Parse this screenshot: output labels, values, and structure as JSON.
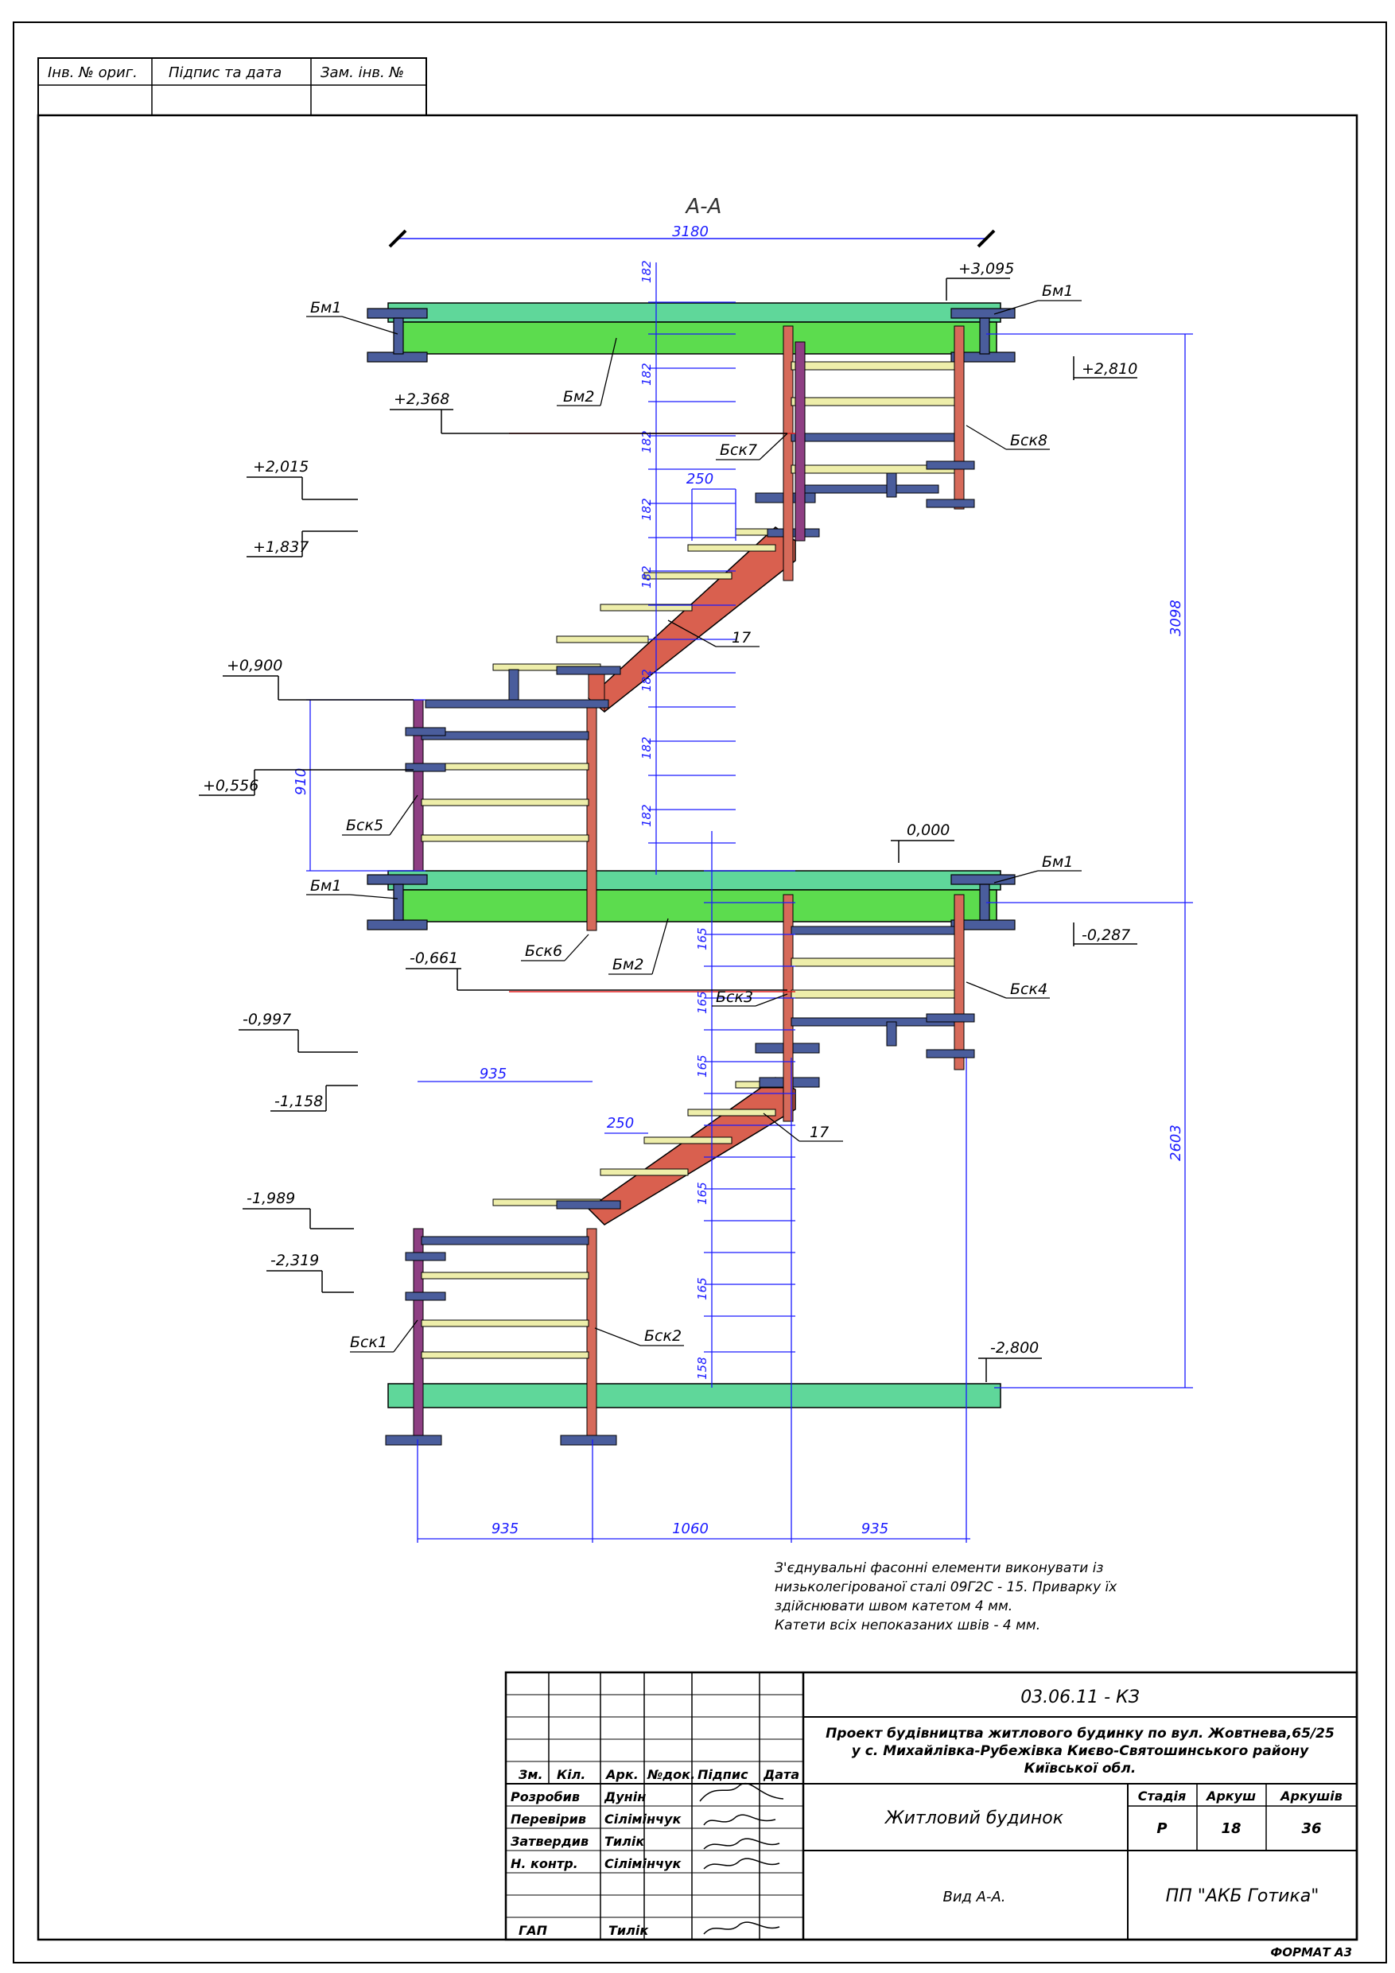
{
  "stamp_top": {
    "c1": "Інв. № ориг.",
    "c2": "Підпис та дата",
    "c3": "Зам. інв. №"
  },
  "view_title": "А-А",
  "elevations": {
    "e1": "+3,095",
    "e2": "+2,810",
    "e3": "+2,368",
    "e4": "+2,015",
    "e5": "+1,837",
    "e6": "+0,900",
    "e7": "+0,556",
    "e8": "0,000",
    "e9": "-0,287",
    "e10": "-0,661",
    "e11": "-0,997",
    "e12": "-1,158",
    "e13": "-1,989",
    "e14": "-2,319",
    "e15": "-2,800"
  },
  "labels": {
    "bm1a": "Бм1",
    "bm1b": "Бм1",
    "bm1c": "Бм1",
    "bm1d": "Бм1",
    "bm2a": "Бм2",
    "bm2b": "Бм2",
    "bsk1": "Бск1",
    "bsk2": "Бск2",
    "bsk3": "Бск3",
    "bsk4": "Бск4",
    "bsk5": "Бск5",
    "bsk6": "Бск6",
    "bsk7": "Бск7",
    "bsk8": "Бск8",
    "n17a": "17",
    "n17b": "17"
  },
  "dims": {
    "d3180": "3180",
    "d3098": "3098",
    "d2603": "2603",
    "d250": "250",
    "d910": "910",
    "d935": "935",
    "d1060": "1060",
    "r182": "182",
    "r165": "165",
    "r158": "158"
  },
  "notes": [
    "З'єднувальні фасонні елементи виконувати із",
    "низьколегірованої сталі 09Г2С - 15. Приварку їх",
    "здійснювати швом катетом 4 мм.",
    "Катети всіх непоказаних швів - 4 мм."
  ],
  "title_block": {
    "code": "03.06.11 - КЗ",
    "project_line1": "Проект будівництва  житлового будинку по вул. Жовтнева,65/25",
    "project_line2": "у с. Михайлівка-Рубежівка Києво-Святошинського району",
    "project_line3": "Київської обл.",
    "hdr_zm": "Зм.",
    "hdr_kil": "Кіл.",
    "hdr_ark": "Арк.",
    "hdr_ndok": "№док.",
    "hdr_pidpys": "Підпис",
    "hdr_data": "Дата",
    "r1_role": "Розробив",
    "r1_name": "Дунін",
    "r2_role": "Перевірив",
    "r2_name": "Сілімінчук",
    "r3_role": "Затвердив",
    "r3_name": "Тилік",
    "r4_role": "Н. контр.",
    "r4_name": "Сілімінчук",
    "r5_role": "ГАП",
    "r5_name": "Тилік",
    "object": "Житловий будинок",
    "stage_hdr": "Стадія",
    "sheet_hdr": "Аркуш",
    "sheets_hdr": "Аркушів",
    "stage": "Р",
    "sheet": "18",
    "sheets": "36",
    "view": "Вид А-А.",
    "company": "ПП \"АКБ Готика\"",
    "format": "ФОРМАТ А3"
  },
  "colors": {
    "slab": "#5fd79a",
    "beam_green": "#5cdc4e",
    "stringer": "#d9604f",
    "steel": "#4a5d9c",
    "post": "#8e3f83",
    "post_red": "#d66a5a",
    "tread": "#eeeeaa",
    "dim": "#1a1aff"
  }
}
